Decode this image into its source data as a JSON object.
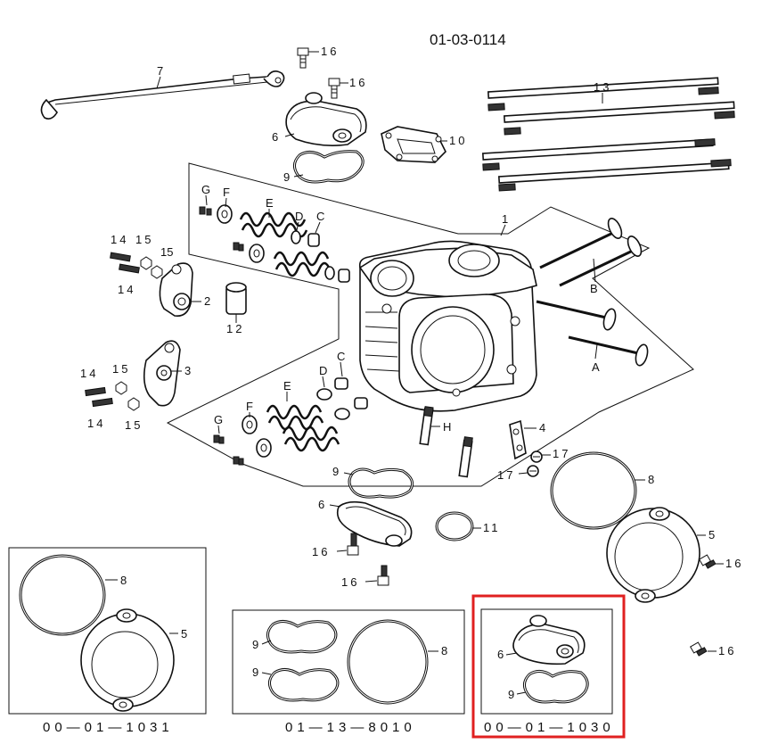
{
  "diagram_code": "01-03-0114",
  "labels": {
    "p1": "1",
    "p2": "2",
    "p3": "3",
    "p4": "4",
    "p5a": "5",
    "p5b": "5",
    "p6a": "6",
    "p6b": "6",
    "p6c": "6",
    "p7": "7",
    "p8a": "8",
    "p8b": "8",
    "p8c": "8",
    "p9a": "9",
    "p9b": "9",
    "p9c": "9",
    "p9d": "9",
    "p9e": "9",
    "p10": "10",
    "p11": "11",
    "p12": "12",
    "p13": "13",
    "p14a": "14",
    "p14b": "14",
    "p14c": "14",
    "p14d": "14",
    "p15a": "15",
    "p15b": "15",
    "p15c": "15",
    "p15d": "15",
    "p16a": "16",
    "p16b": "16",
    "p16c": "16",
    "p16d": "16",
    "p16e": "16",
    "p16f": "16",
    "p17a": "17",
    "p17b": "17",
    "A": "A",
    "B": "B",
    "C1": "C",
    "C2": "C",
    "D1": "D",
    "D2": "D",
    "E1": "E",
    "E2": "E",
    "F1": "F",
    "F2": "F",
    "G1": "G",
    "G2": "G",
    "H": "H"
  },
  "kits": {
    "left": {
      "code": "00—01—1031"
    },
    "middle": {
      "code": "01—13—8010"
    },
    "right": {
      "code": "00—01—1030",
      "highlight_color": "#e02020"
    }
  }
}
